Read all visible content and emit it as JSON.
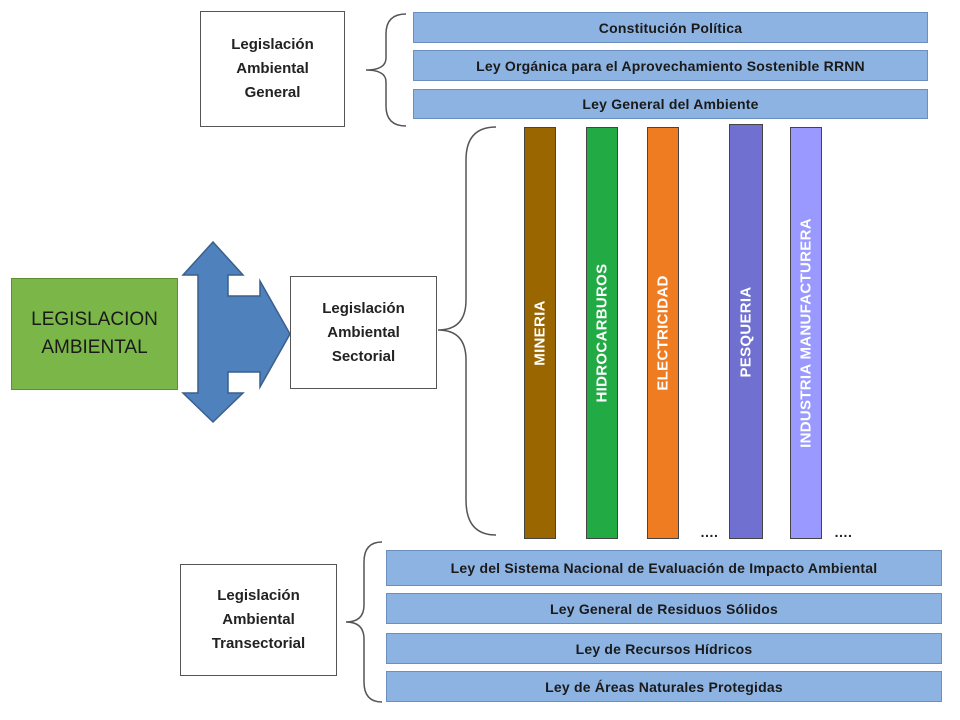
{
  "root": {
    "line1": "LEGISLACION",
    "line2": "AMBIENTAL",
    "fill": "#7ab648"
  },
  "general": {
    "label": [
      "Legislación",
      "Ambiental",
      "General"
    ],
    "laws": [
      "Constitución Política",
      "Ley Orgánica para el Aprovechamiento Sostenible RRNN",
      "Ley General del Ambiente"
    ]
  },
  "sectorial": {
    "label": [
      "Legislación",
      "Ambiental",
      "Sectorial"
    ],
    "sectors": [
      {
        "name": "MINERIA",
        "color": "#996600"
      },
      {
        "name": "HIDROCARBUROS",
        "color": "#22aa44"
      },
      {
        "name": "ELECTRICIDAD",
        "color": "#f07c22"
      },
      {
        "name": "PESQUERIA",
        "color": "#7070d0"
      },
      {
        "name": "INDUSTRIA MANUFACTURERA",
        "color": "#9999ff"
      }
    ],
    "ellipsis": [
      "….",
      "…."
    ]
  },
  "transectorial": {
    "label": [
      "Legislación",
      "Ambiental",
      "Transectorial"
    ],
    "laws": [
      "Ley del Sistema Nacional de Evaluación de Impacto Ambiental",
      "Ley General de Residuos Sólidos",
      "Ley de Recursos Hídricos",
      "Ley de Áreas Naturales Protegidas"
    ]
  },
  "colors": {
    "law_fill": "#8db3e2",
    "arrow_fill": "#4f81bd"
  }
}
